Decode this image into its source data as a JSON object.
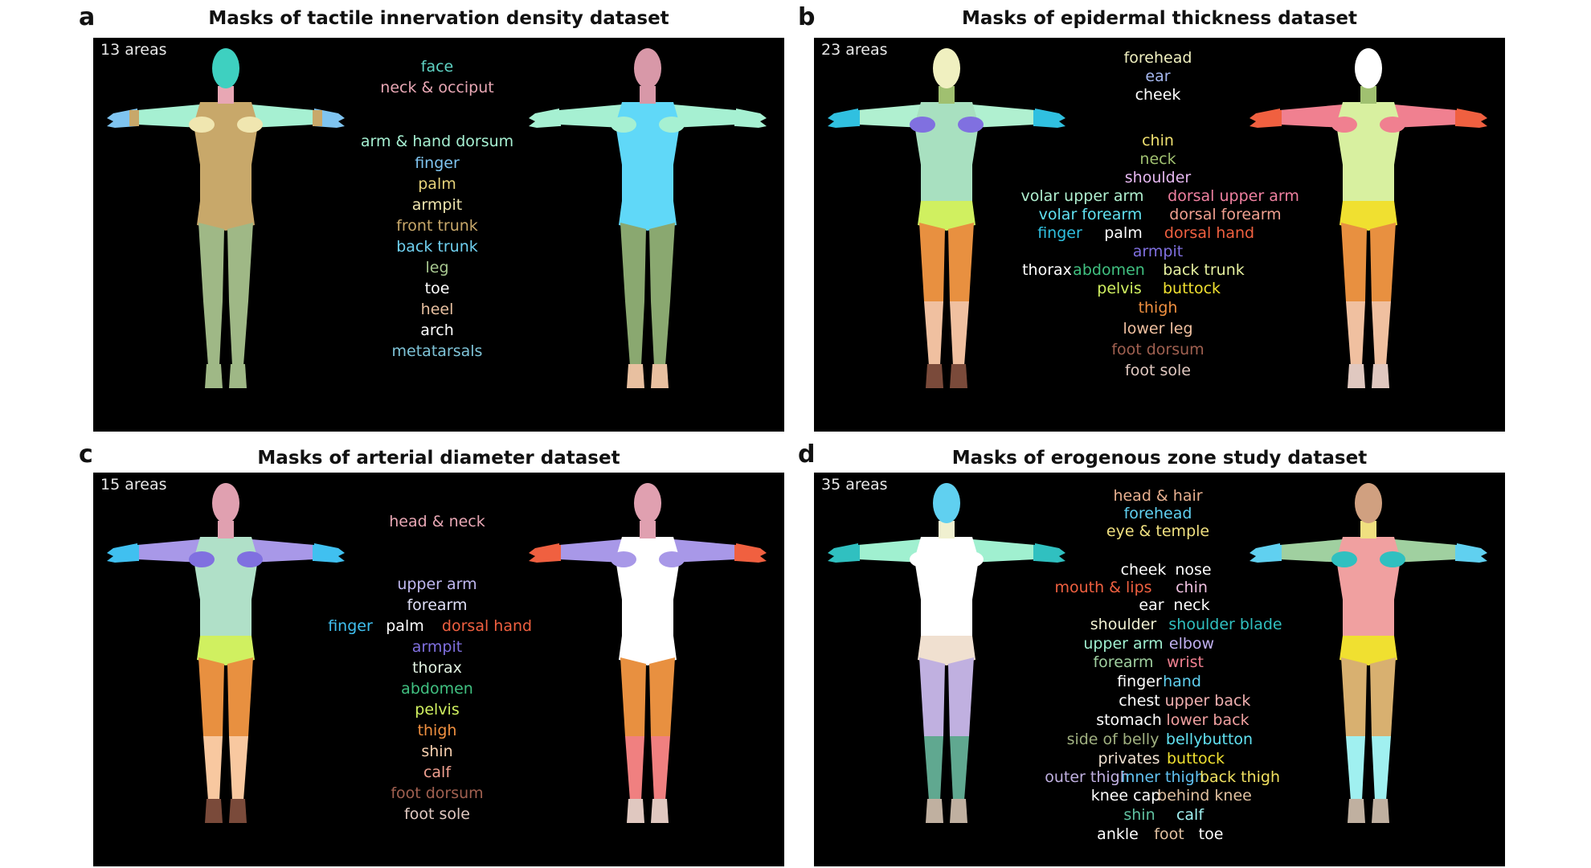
{
  "panels": [
    {
      "letter": "a",
      "title": "Masks of tactile innervation density dataset",
      "areas": "13 areas",
      "labels": [
        {
          "t": "face",
          "c": "#5fd3c4"
        },
        {
          "t": "neck & occiput",
          "c": "#e8a7b4"
        },
        {
          "t": "arm & hand dorsum",
          "c": "#a6f0d2"
        },
        {
          "t": "finger",
          "c": "#7fc4f0"
        },
        {
          "t": "palm",
          "c": "#e6d27a"
        },
        {
          "t": "armpit",
          "c": "#f0e6b0"
        },
        {
          "t": "front trunk",
          "c": "#c8a86a"
        },
        {
          "t": "back trunk",
          "c": "#6fd0f0"
        },
        {
          "t": "leg",
          "c": "#a8c890"
        },
        {
          "t": "toe",
          "c": "#ffffff"
        },
        {
          "t": "heel",
          "c": "#e8c0a0"
        },
        {
          "t": "arch",
          "c": "#ffffff"
        },
        {
          "t": "metatarsals",
          "c": "#7fc4d8"
        }
      ]
    },
    {
      "letter": "b",
      "title": "Masks of epidermal thickness dataset",
      "areas": "23 areas",
      "labels": [
        {
          "t": "forehead",
          "c": "#f0f0c0"
        },
        {
          "t": "ear",
          "c": "#a6b8f0"
        },
        {
          "t": "cheek",
          "c": "#ffffff"
        },
        {
          "t": "chin",
          "c": "#f0e070"
        },
        {
          "t": "neck",
          "c": "#a0c070"
        },
        {
          "t": "shoulder",
          "c": "#e6b8f0"
        },
        {
          "t": "volar upper arm",
          "c": "#b0f0d0"
        },
        {
          "t": "dorsal upper arm",
          "c": "#f080a0"
        },
        {
          "t": "volar forearm",
          "c": "#60e0f0"
        },
        {
          "t": "dorsal forearm",
          "c": "#f0a090"
        },
        {
          "t": "finger",
          "c": "#30c0e0"
        },
        {
          "t": "palm",
          "c": "#ffffff"
        },
        {
          "t": "dorsal hand",
          "c": "#f06040"
        },
        {
          "t": "armpit",
          "c": "#8070e0"
        },
        {
          "t": "thorax",
          "c": "#ffffff"
        },
        {
          "t": "abdomen",
          "c": "#40c080"
        },
        {
          "t": "back trunk",
          "c": "#e6f0a0"
        },
        {
          "t": "pelvis",
          "c": "#d0f060"
        },
        {
          "t": "buttock",
          "c": "#f0e030"
        },
        {
          "t": "thigh",
          "c": "#f09040"
        },
        {
          "t": "lower leg",
          "c": "#f0c0a0"
        },
        {
          "t": "foot dorsum",
          "c": "#a06050"
        },
        {
          "t": "foot sole",
          "c": "#e0c8c0"
        }
      ]
    },
    {
      "letter": "c",
      "title": "Masks of arterial diameter dataset",
      "areas": "15 areas",
      "labels": [
        {
          "t": "head & neck",
          "c": "#e8a7b4"
        },
        {
          "t": "upper arm",
          "c": "#c0b8f0"
        },
        {
          "t": "forearm",
          "c": "#e0e0f8"
        },
        {
          "t": "finger",
          "c": "#40c0f0"
        },
        {
          "t": "palm",
          "c": "#ffffff"
        },
        {
          "t": "dorsal hand",
          "c": "#f06040"
        },
        {
          "t": "armpit",
          "c": "#8070e0"
        },
        {
          "t": "thorax",
          "c": "#e0f0e0"
        },
        {
          "t": "abdomen",
          "c": "#40c080"
        },
        {
          "t": "pelvis",
          "c": "#d0f060"
        },
        {
          "t": "thigh",
          "c": "#f09040"
        },
        {
          "t": "shin",
          "c": "#f8d0b0"
        },
        {
          "t": "calf",
          "c": "#f0a090"
        },
        {
          "t": "foot dorsum",
          "c": "#a06050"
        },
        {
          "t": "foot sole",
          "c": "#e0c8c0"
        }
      ]
    },
    {
      "letter": "d",
      "title": "Masks of erogenous zone study dataset",
      "areas": "35 areas",
      "labels": [
        {
          "t": "head & hair",
          "c": "#e8b090"
        },
        {
          "t": "forehead",
          "c": "#60d0f0"
        },
        {
          "t": "eye & temple",
          "c": "#f0e080"
        },
        {
          "t": "cheek",
          "c": "#ffffff"
        },
        {
          "t": "nose",
          "c": "#ffffff"
        },
        {
          "t": "mouth & lips",
          "c": "#f06040"
        },
        {
          "t": "chin",
          "c": "#f0c0e0"
        },
        {
          "t": "ear",
          "c": "#ffffff"
        },
        {
          "t": "neck",
          "c": "#ffffff"
        },
        {
          "t": "shoulder",
          "c": "#f0f0d0"
        },
        {
          "t": "shoulder blade",
          "c": "#30c0c0"
        },
        {
          "t": "upper arm",
          "c": "#a0f0d0"
        },
        {
          "t": "elbow",
          "c": "#c0b0f0"
        },
        {
          "t": "forearm",
          "c": "#a0d0a0"
        },
        {
          "t": "wrist",
          "c": "#f08090"
        },
        {
          "t": "finger",
          "c": "#ffffff"
        },
        {
          "t": "hand",
          "c": "#60d0f0"
        },
        {
          "t": "chest",
          "c": "#ffffff"
        },
        {
          "t": "upper back",
          "c": "#f0b0b0"
        },
        {
          "t": "stomach",
          "c": "#ffffff"
        },
        {
          "t": "lower back",
          "c": "#f0a0a0"
        },
        {
          "t": "side of belly",
          "c": "#a0b080"
        },
        {
          "t": "bellybutton",
          "c": "#60e0f0"
        },
        {
          "t": "privates",
          "c": "#f0e0d0"
        },
        {
          "t": "buttock",
          "c": "#f0e030"
        },
        {
          "t": "outer thigh",
          "c": "#c0b0e0"
        },
        {
          "t": "inner thigh",
          "c": "#60c0f0"
        },
        {
          "t": "back thigh",
          "c": "#f0e060"
        },
        {
          "t": "knee cap",
          "c": "#ffffff"
        },
        {
          "t": "behind knee",
          "c": "#e0c0a0"
        },
        {
          "t": "shin",
          "c": "#60c0a0"
        },
        {
          "t": "calf",
          "c": "#a0f0f0"
        },
        {
          "t": "ankle",
          "c": "#ffffff"
        },
        {
          "t": "foot",
          "c": "#e0c0a0"
        },
        {
          "t": "toe",
          "c": "#ffffff"
        }
      ]
    }
  ],
  "body_colors": {
    "a": {
      "front": {
        "head": "#3ed0c0",
        "neck": "#e8a7b4",
        "arm": "#a6f0d2",
        "hand": "#7fc4f0",
        "palm": "#c8a86a",
        "armpit": "#f0e6b0",
        "trunk": "#c8a86a",
        "pelvis": "#c8a86a",
        "thigh": "#9fb886",
        "shin": "#9fb886",
        "foot": "#9fb886"
      },
      "back": {
        "head": "#d898a8",
        "neck": "#d898a8",
        "arm": "#a6f0d2",
        "hand": "#a6f0d2",
        "palm": "#a6f0d2",
        "armpit": "#a6f0d2",
        "trunk": "#60d8f8",
        "pelvis": "#60d8f8",
        "thigh": "#8aa870",
        "shin": "#8aa870",
        "foot": "#e8c0a0"
      }
    },
    "b": {
      "front": {
        "head": "#f0f0c0",
        "neck": "#a0c070",
        "arm": "#b0f0d0",
        "hand": "#30c0e0",
        "palm": "#30c0e0",
        "armpit": "#8070e0",
        "trunk": "#a8e0c0",
        "pelvis": "#d0f060",
        "thigh": "#e89040",
        "shin": "#f0c0a0",
        "foot": "#7a4a3a"
      },
      "back": {
        "head": "#ffffff",
        "neck": "#a0c070",
        "arm": "#f08090",
        "hand": "#f06040",
        "palm": "#f06040",
        "armpit": "#f08090",
        "trunk": "#d8f0a0",
        "pelvis": "#f0e030",
        "thigh": "#e89040",
        "shin": "#f0c0a0",
        "foot": "#e0c8c0"
      }
    },
    "c": {
      "front": {
        "head": "#e0a0b0",
        "neck": "#e0a0b0",
        "arm": "#a898e8",
        "hand": "#40c0f0",
        "palm": "#40c0f0",
        "armpit": "#8070e0",
        "trunk": "#b0e0c8",
        "pelvis": "#d0f060",
        "thigh": "#e89040",
        "shin": "#f8c8a0",
        "foot": "#7a4a3a"
      },
      "back": {
        "head": "#e0a0b0",
        "neck": "#e0a0b0",
        "arm": "#a898e8",
        "hand": "#f06040",
        "palm": "#f06040",
        "armpit": "#a898e8",
        "trunk": "#ffffff",
        "pelvis": "#ffffff",
        "thigh": "#e89040",
        "shin": "#f08080",
        "foot": "#e0c8c0"
      }
    },
    "d": {
      "front": {
        "head": "#60d0f0",
        "neck": "#f0f0d0",
        "arm": "#a0f0d0",
        "hand": "#30c0c0",
        "palm": "#30c0c0",
        "armpit": "#ffffff",
        "trunk": "#ffffff",
        "pelvis": "#f0e0d0",
        "thigh": "#c0b0e0",
        "shin": "#60a890",
        "foot": "#c0b0a0"
      },
      "back": {
        "head": "#d0a080",
        "neck": "#f0e080",
        "arm": "#a0d0a0",
        "hand": "#60d0f0",
        "palm": "#60d0f0",
        "armpit": "#30c0c0",
        "trunk": "#f0a0a0",
        "pelvis": "#f0e030",
        "thigh": "#d8b070",
        "shin": "#a0f0f0",
        "foot": "#c0b0a0"
      }
    }
  }
}
